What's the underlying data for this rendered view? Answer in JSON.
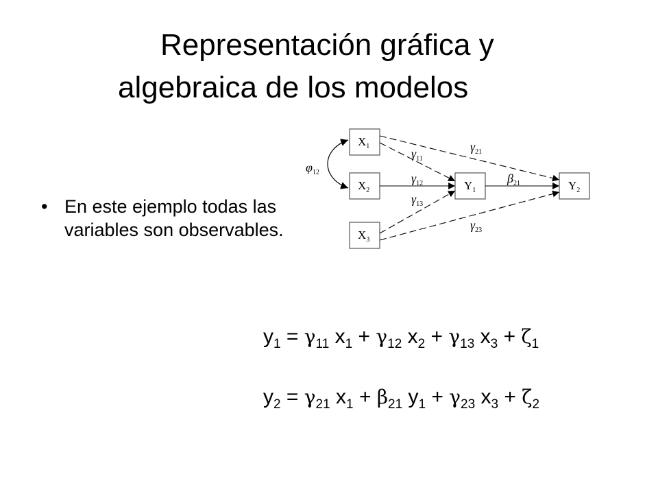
{
  "title": {
    "line1": "Representación gráfica y",
    "line2": "algebraica de los modelos"
  },
  "bullets": [
    {
      "marker": "•",
      "text": "En este ejemplo todas las variables son observables."
    }
  ],
  "diagram": {
    "nodes": {
      "x1": {
        "letter": "X",
        "sub": "1"
      },
      "x2": {
        "letter": "X",
        "sub": "2"
      },
      "x3": {
        "letter": "X",
        "sub": "3"
      },
      "y1": {
        "letter": "Y",
        "sub": "1"
      },
      "y2": {
        "letter": "Y",
        "sub": "2"
      }
    },
    "coefficients": {
      "phi12": {
        "symbol": "φ",
        "sub": "12"
      },
      "g11": {
        "symbol": "γ",
        "sub": "11"
      },
      "g12": {
        "symbol": "γ",
        "sub": "12"
      },
      "g13": {
        "symbol": "γ",
        "sub": "13"
      },
      "g21": {
        "symbol": "γ",
        "sub": "21"
      },
      "g23": {
        "symbol": "γ",
        "sub": "23"
      },
      "b21": {
        "symbol": "β",
        "sub": "21"
      }
    }
  },
  "equations": {
    "eq1": {
      "lhs": "y",
      "lhs_sub": "1",
      "eq": "=",
      "terms": [
        {
          "coef": "γ",
          "coef_sub": "11",
          "var": "x",
          "var_sub": "1"
        },
        {
          "coef": "γ",
          "coef_sub": "12",
          "var": "x",
          "var_sub": "2"
        },
        {
          "coef": "γ",
          "coef_sub": "13",
          "var": "x",
          "var_sub": "3"
        }
      ],
      "error": "ζ",
      "error_sub": "1",
      "plus": "+"
    },
    "eq2": {
      "lhs": "y",
      "lhs_sub": "2",
      "eq": "=",
      "terms": [
        {
          "coef": "γ",
          "coef_sub": "21",
          "var": "x",
          "var_sub": "1"
        },
        {
          "coef": "β",
          "coef_sub": "21",
          "var": "y",
          "var_sub": "1"
        },
        {
          "coef": "γ",
          "coef_sub": "23",
          "var": "x",
          "var_sub": "3"
        }
      ],
      "error": "ζ",
      "error_sub": "2",
      "plus": "+"
    }
  }
}
